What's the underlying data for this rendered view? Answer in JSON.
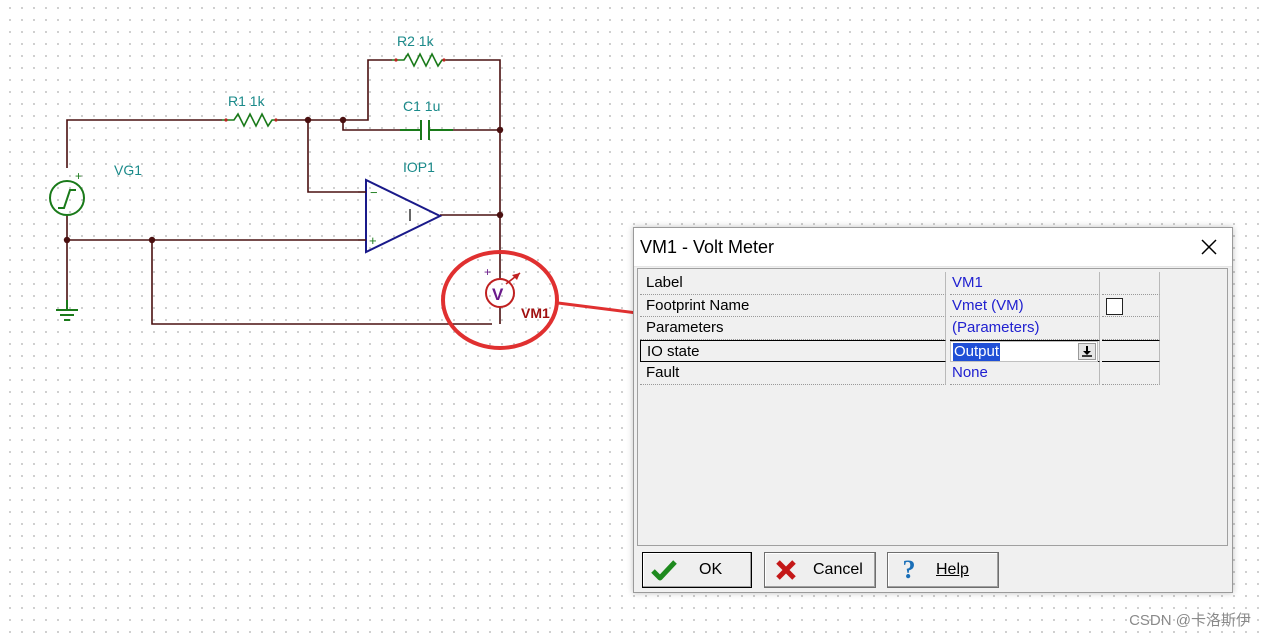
{
  "schematic": {
    "labels": {
      "r2": "R2 1k",
      "c1": "C1 1u",
      "r1": "R1 1k",
      "iop": "IOP1",
      "vg": "VG1",
      "vm": "VM1"
    },
    "meter_symbol": "V",
    "highlight_color": "#e03030"
  },
  "dialog": {
    "title": "VM1 - Volt Meter",
    "rows": [
      {
        "name": "Label",
        "value": "VM1"
      },
      {
        "name": "Footprint Name",
        "value": "Vmet (VM)"
      },
      {
        "name": "Parameters",
        "value": "(Parameters)"
      },
      {
        "name": "IO state",
        "value": "Output"
      },
      {
        "name": "Fault",
        "value": "None"
      }
    ],
    "buttons": {
      "ok": "OK",
      "cancel": "Cancel",
      "help": "Help"
    }
  },
  "watermark": "CSDN @卡洛斯伊"
}
